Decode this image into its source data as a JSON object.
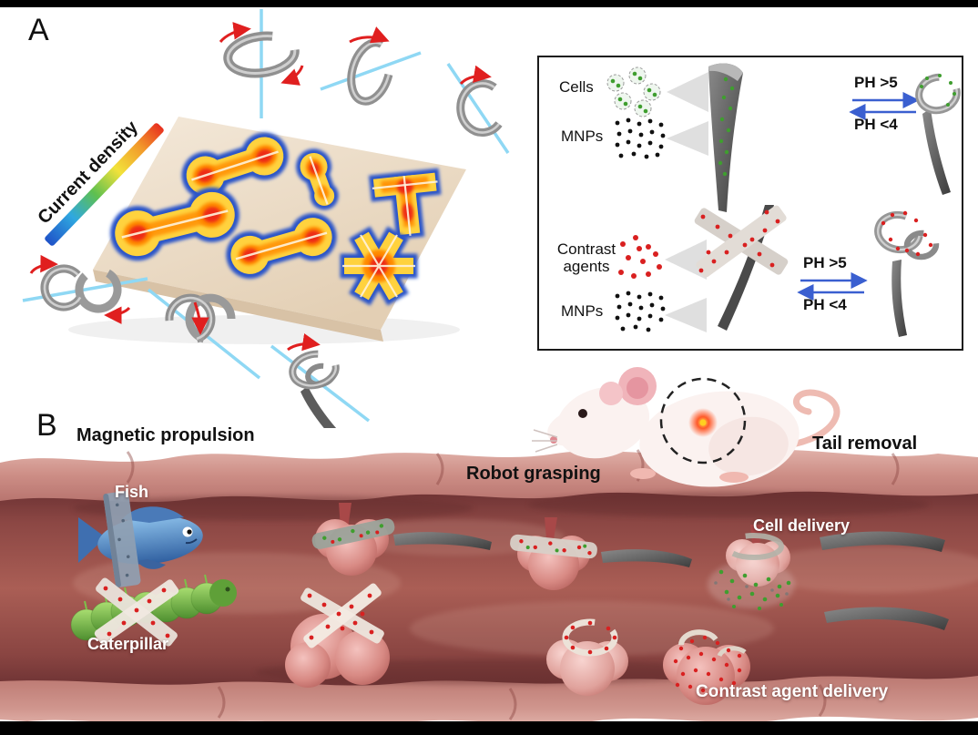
{
  "panel_a": {
    "label": "A",
    "gradient_label": "Current density",
    "inset": {
      "row_cells": "Cells",
      "row_mnps1": "MNPs",
      "row_contrast": "Contrast agents",
      "row_mnps2": "MNPs",
      "ph_high": "PH >5",
      "ph_low": "PH <4"
    }
  },
  "panel_b": {
    "label": "B",
    "heading": "Magnetic propulsion",
    "fish": "Fish",
    "caterpillar": "Caterpillar",
    "robot_grasping": "Robot grasping",
    "tail_removal": "Tail removal",
    "cell_delivery": "Cell delivery",
    "contrast_delivery": "Contrast agent delivery"
  },
  "colors": {
    "heat_core_red": "#ed2c17",
    "heat_orange": "#ff8a00",
    "heat_yellow": "#ffd23e",
    "heat_edge_blue": "#2b55c8",
    "axis_blue": "#8fd8f4",
    "arrow_red": "#e01f1f",
    "ph_arrow_blue": "#3a5fd0",
    "cell_green": "#3f9e2f",
    "mnp_black": "#111111",
    "contrast_red": "#d92020",
    "vessel_wall": "#b87470",
    "vessel_lumen": "#a85b53",
    "platform_tan": "#ecdcc6"
  }
}
